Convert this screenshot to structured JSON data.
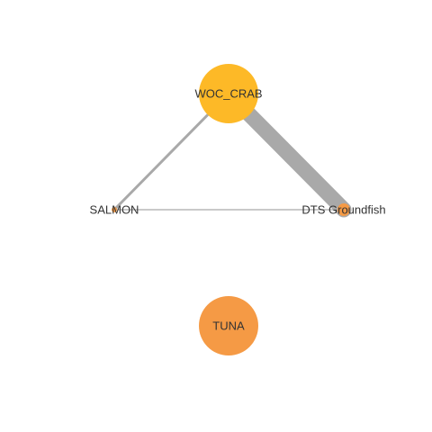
{
  "graph": {
    "nodes": [
      {
        "id": "WOC_CRAB",
        "label": "WOC_CRAB",
        "color": "#FDB927"
      },
      {
        "id": "SALMON",
        "label": "SALMON",
        "color": "#F59A45"
      },
      {
        "id": "DTS Groundfish",
        "label": "DTS Groundfish",
        "color": "#F59A45"
      },
      {
        "id": "TUNA",
        "label": "TUNA",
        "color": "#F59A45"
      }
    ],
    "edges": [
      {
        "source": "WOC_CRAB",
        "target": "SALMON",
        "color": "#A9A9A9"
      },
      {
        "source": "WOC_CRAB",
        "target": "DTS Groundfish",
        "color": "#A9A9A9"
      },
      {
        "source": "SALMON",
        "target": "DTS Groundfish",
        "color": "#A9A9A9"
      }
    ]
  }
}
